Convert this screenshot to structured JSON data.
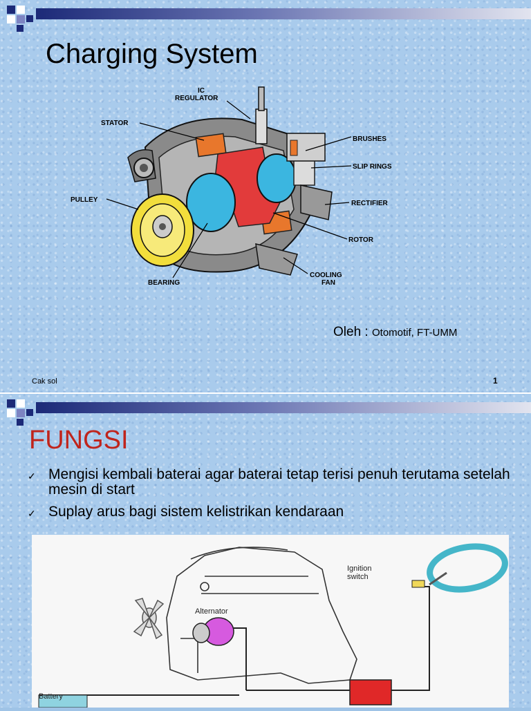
{
  "slide1": {
    "title": "Charging System",
    "figure_labels": {
      "ic_regulator": "IC\nREGULATOR",
      "stator": "STATOR",
      "brushes": "BRUSHES",
      "slip_rings": "SLIP RINGS",
      "pulley": "PULLEY",
      "rectifier": "RECTIFIER",
      "rotor": "ROTOR",
      "bearing": "BEARING",
      "cooling_fan": "COOLING\nFAN"
    },
    "byline_prefix": "Oleh : ",
    "byline_author": "Otomotif, FT-UMM",
    "footer_left": "Cak sol",
    "page_number": "1"
  },
  "slide2": {
    "title": "FUNGSI",
    "bullets": [
      "Mengisi kembali baterai agar baterai tetap terisi penuh terutama setelah mesin di start",
      "Suplay arus  bagi sistem kelistrikan kendaraan"
    ],
    "figure_labels": {
      "ignition": "Ignition\nswitch",
      "alternator": "Alternator",
      "battery": "Battery"
    }
  },
  "colors": {
    "background": "#a9cbec",
    "title_red": "#c0241c",
    "bar_dark": "#1c2a78",
    "square_navy": "#1c2a78",
    "square_blue": "#7d84c2"
  },
  "icons": {
    "bullet": "check-icon"
  }
}
